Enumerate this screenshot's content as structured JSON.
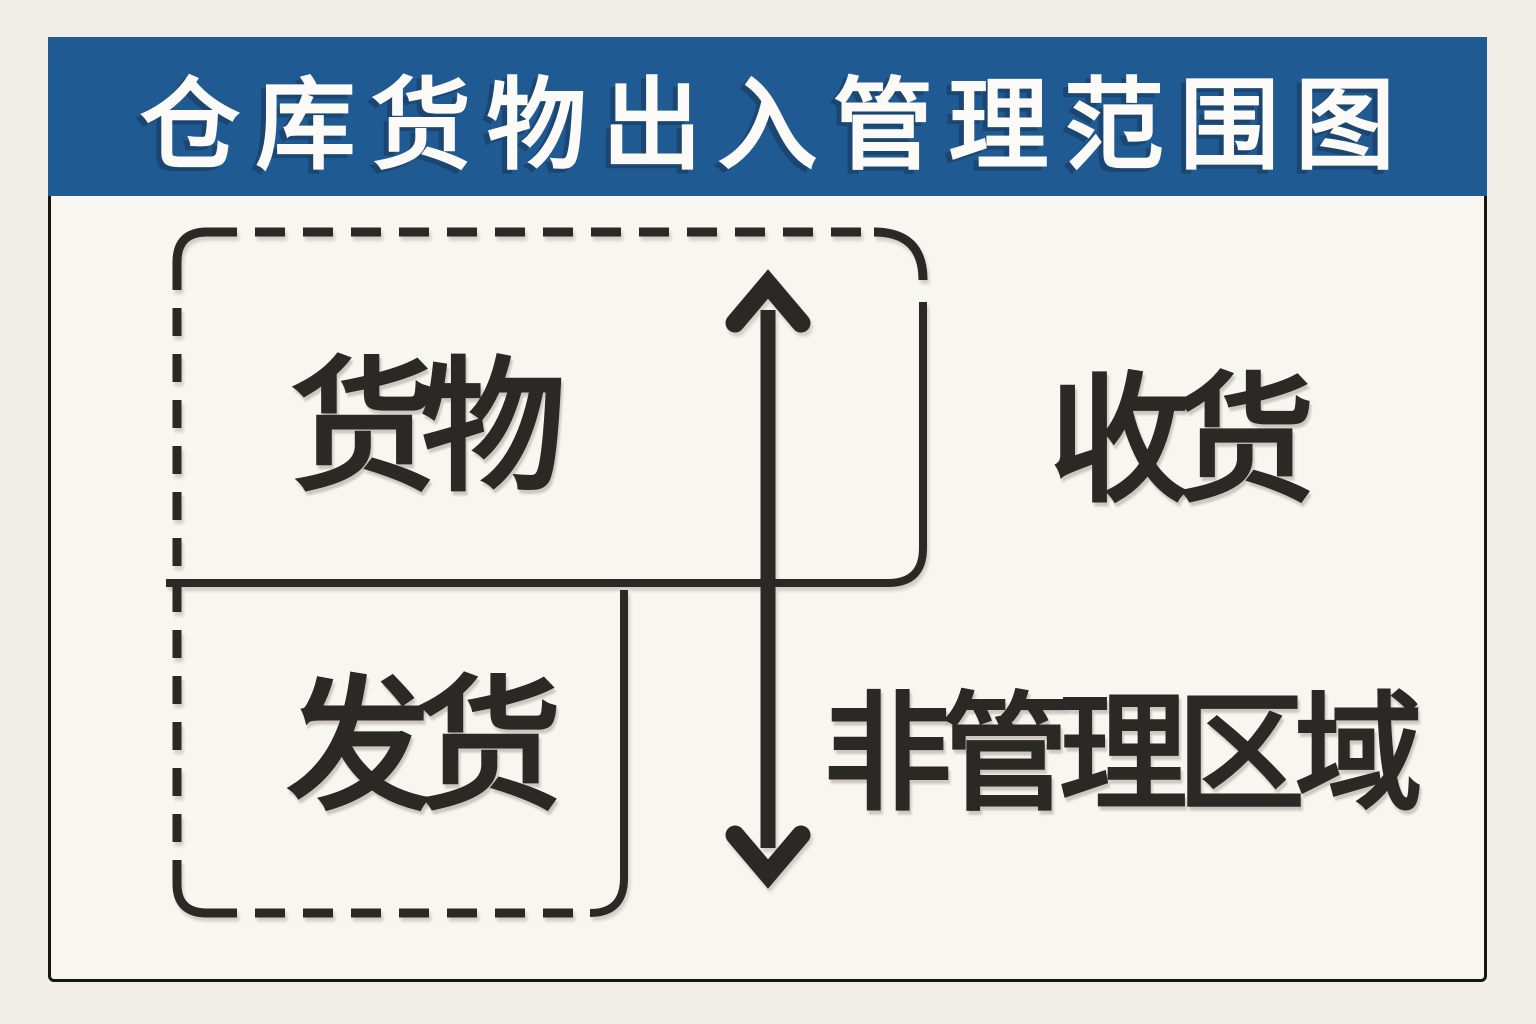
{
  "title": {
    "text": "仓库货物出入管理范围图"
  },
  "diagram": {
    "labels": {
      "goods": "货物",
      "shipping": "发货",
      "receiving": "收货",
      "non_managed_area": "非管理区域"
    }
  },
  "colors": {
    "banner_blue": "#205a92",
    "ink": "#2a2926",
    "card_bg": "#f8f6f1",
    "page_bg": "#f1eee7",
    "title_text": "#fbfaf6"
  }
}
